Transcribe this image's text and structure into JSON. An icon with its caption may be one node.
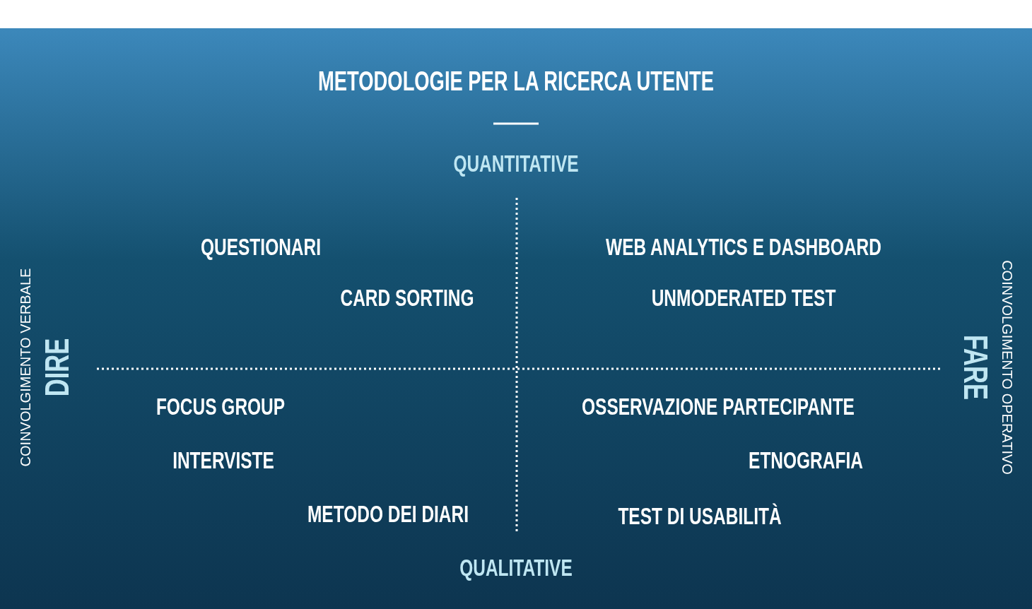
{
  "diagram": {
    "title": "METODOLOGIE PER LA RICERCA UTENTE",
    "labels": [
      "QUANTITATIVE",
      "QUESTIONARI",
      "WEB ANALYTICS E DASHBOARD",
      "CARD SORTING",
      "UNMODERATED TEST",
      "COINVOLGIMENTO VERBALE",
      "DIRE",
      "FARE",
      "COINVOLGIMENTO OPERATIVO",
      "FOCUS GROUP",
      "OSSERVAZIONE PARTECIPANTE",
      "INTERVISTE",
      "ETNOGRAFIA",
      "METODO DEI DIARI",
      "TEST DI USABILITÀ",
      "QUALITATIVE"
    ]
  }
}
